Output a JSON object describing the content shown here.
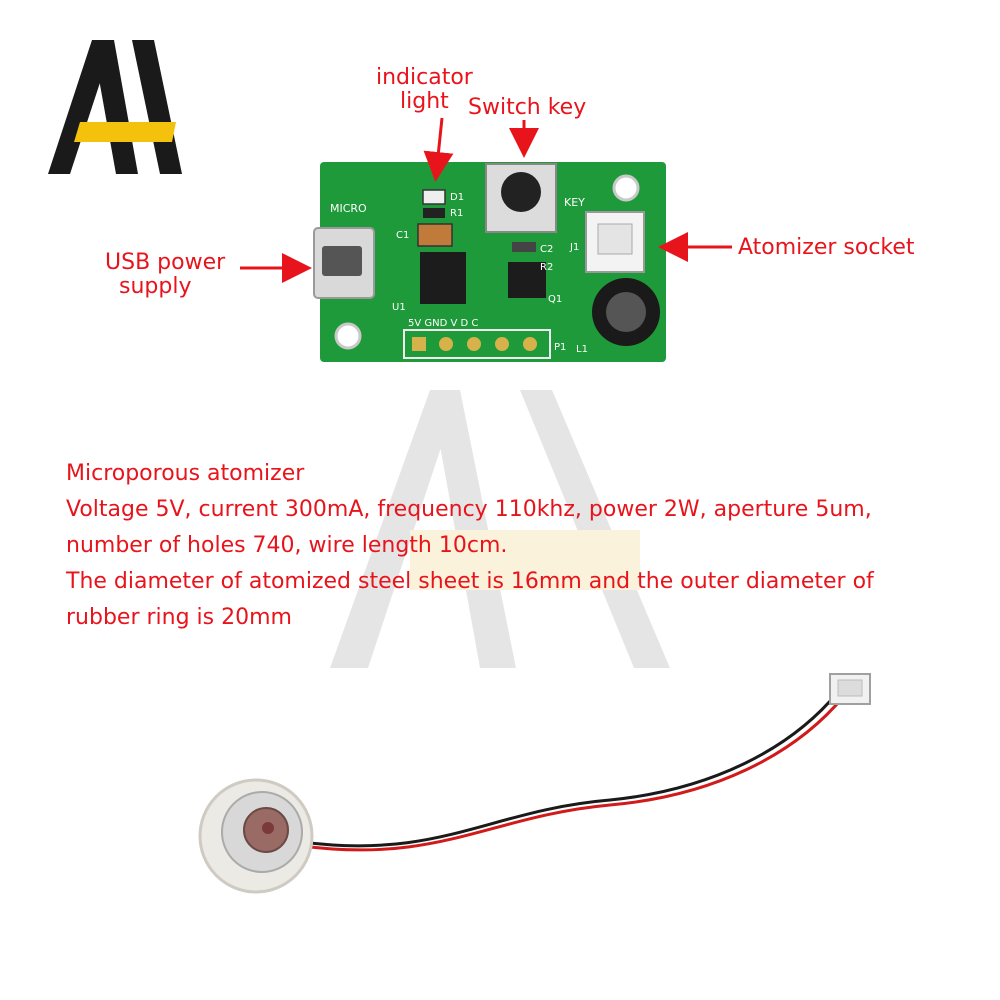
{
  "labels": {
    "indicator_line1": "indicator",
    "indicator_line2": "light",
    "switch_key": "Switch key",
    "usb_line1": "USB power",
    "usb_line2": "supply",
    "atomizer_socket": "Atomizer socket"
  },
  "pcb_silkscreen": {
    "micro": "MICRO",
    "key": "KEY",
    "pins": "5V GND  V    D    C",
    "p1": "P1",
    "l1": "L1",
    "j1": "J1",
    "c1": "C1",
    "c2": "C2",
    "d1": "D1",
    "r1": "R1",
    "r2": "R2",
    "q1": "Q1",
    "u1": "U1"
  },
  "description": {
    "line1": "Microporous atomizer",
    "line2": "Voltage 5V, current 300mA, frequency 110khz, power 2W, aperture 5um,",
    "line3": "number of holes 740, wire length 10cm.",
    "line4": "The diameter of atomized steel sheet is 16mm and the outer diameter of",
    "line5": "rubber ring is 20mm"
  },
  "colors": {
    "label_red": "#e8141c",
    "pcb_green": "#1f9a3a",
    "logo_black": "#1a1a1a",
    "logo_yellow": "#f4c20d"
  }
}
